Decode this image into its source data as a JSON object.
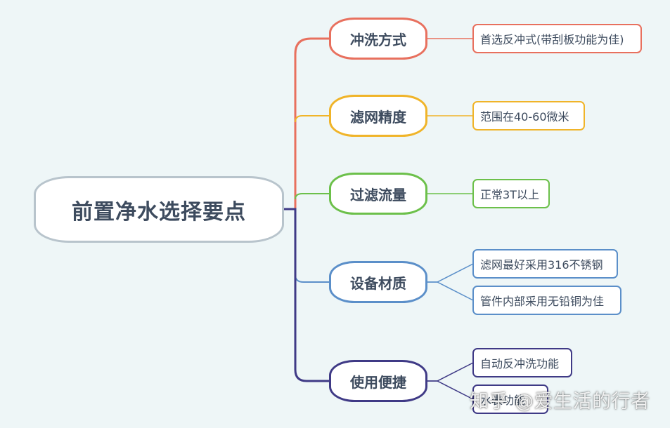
{
  "root": {
    "label": "前置净水选择要点",
    "color": "#b8c4cc"
  },
  "branches": [
    {
      "label": "冲洗方式",
      "color": "#e8705e",
      "leaves": [
        "首选反冲式(带刮板功能为佳)"
      ]
    },
    {
      "label": "滤网精度",
      "color": "#f0b429",
      "leaves": [
        "范围在40-60微米"
      ]
    },
    {
      "label": "过滤流量",
      "color": "#6cc04a",
      "leaves": [
        "正常3T以上"
      ]
    },
    {
      "label": "设备材质",
      "color": "#5b8fc9",
      "leaves": [
        "滤网最好采用316不锈钢",
        "管件内部采用无铅铜为佳"
      ]
    },
    {
      "label": "使用便捷",
      "color": "#3f3a86",
      "leaves": [
        "自动反冲洗功能",
        "水表功能"
      ]
    }
  ],
  "watermark": "知乎 @爱生活的行者"
}
